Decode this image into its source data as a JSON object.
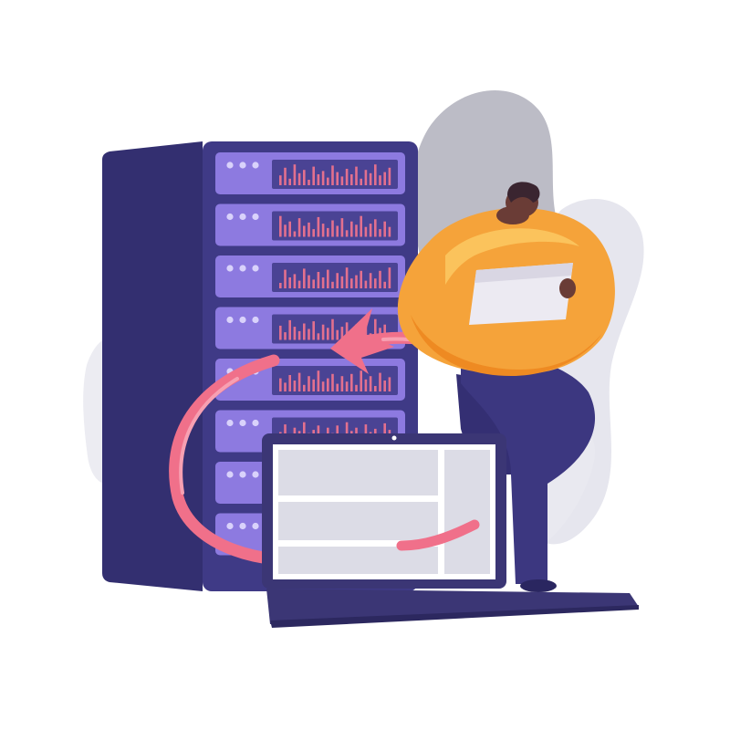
{
  "colors": {
    "background": "#ffffff",
    "blob_gray": "#bcbcc6",
    "blob_light": "#e6e6ee",
    "server_dark": "#3f3a86",
    "server_side": "#332f70",
    "server_unit": "#8d7ae0",
    "server_unit_light": "#a491ef",
    "screen_dark": "#4a4394",
    "bar_pink": "#e3708e",
    "arrow_pink": "#f0708a",
    "arrow_light": "#f7a0b2",
    "shirt_orange": "#f5a33a",
    "shirt_light": "#fbc35c",
    "skin": "#6a3c36",
    "hair": "#3a2530",
    "pants": "#3c3780",
    "laptop_frame": "#3b3675",
    "laptop_panel": "#dcdce6",
    "tablet": "#eceaf2"
  },
  "scene": {
    "server_unit_count": 8,
    "chart_bar_levels": [
      0.45,
      0.8,
      0.3,
      0.95,
      0.55,
      0.7,
      0.25,
      0.85,
      0.5,
      0.65,
      0.35,
      0.9,
      0.6,
      0.4,
      0.75,
      0.5,
      0.85,
      0.3,
      0.7,
      0.55,
      0.95,
      0.45,
      0.6,
      0.8,
      0.35,
      0.7
    ]
  },
  "icons": {
    "server": "server-rack-icon",
    "sync": "sync-arrows-icon",
    "laptop": "laptop-icon",
    "person": "person-icon",
    "tablet": "tablet-icon"
  }
}
